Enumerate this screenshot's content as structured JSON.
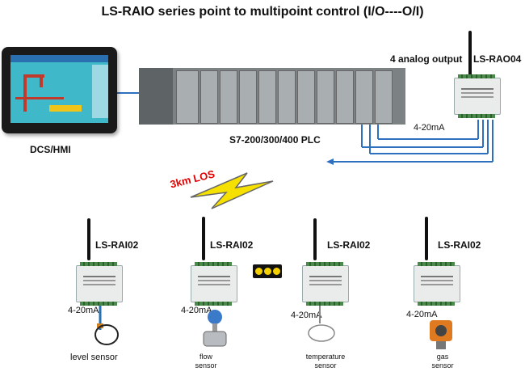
{
  "title": "LS-RAIO series point to multipoint control  (I/O----O/I)",
  "hmi": {
    "label": "DCS/HMI"
  },
  "plc": {
    "label": "S7-200/300/400 PLC"
  },
  "output_module": {
    "name": "LS-RAO04",
    "caption": "4 analog output",
    "signal": "4-20mA"
  },
  "wireless": {
    "label": "3km LOS"
  },
  "input_modules": [
    {
      "name": "LS-RAI02",
      "signal": "4-20mA",
      "sensor": "level sensor"
    },
    {
      "name": "LS-RAI02",
      "signal": "4-20mA",
      "sensor": "flow\nsensor"
    },
    {
      "name": "LS-RAI02",
      "signal": "4-20mA",
      "sensor": "temperature\nsensor"
    },
    {
      "name": "LS-RAI02",
      "signal": "4-20mA",
      "sensor": "gas\nsensor"
    }
  ],
  "colors": {
    "wire": "#2f6fc0",
    "los_text": "#e00000",
    "bolt": "#f5e000",
    "screen": "#3fb8c9"
  }
}
